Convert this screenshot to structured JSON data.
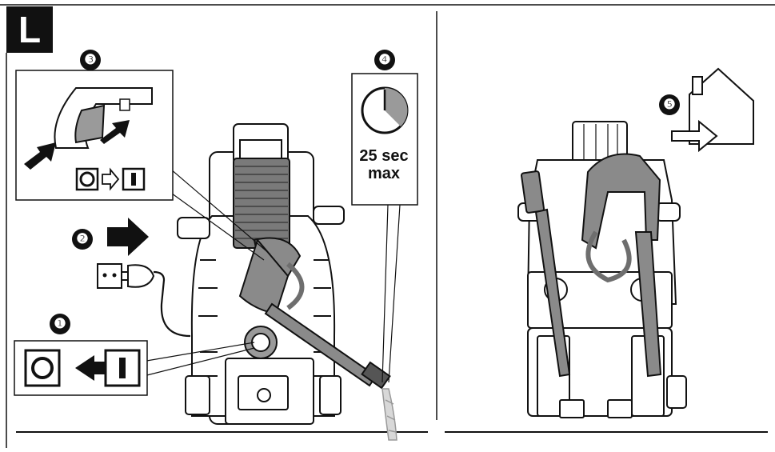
{
  "section_letter": "L",
  "steps": [
    {
      "number": "❶",
      "label": "1"
    },
    {
      "number": "❷",
      "label": "2"
    },
    {
      "number": "❸",
      "label": "3"
    },
    {
      "number": "❹",
      "label": "4"
    },
    {
      "number": "❺",
      "label": "5"
    }
  ],
  "timer": {
    "line1": "25 sec",
    "line2": "max"
  },
  "colors": {
    "ink": "#111111",
    "device_gray": "#9a9a9a",
    "hose_gray": "#6e6e6e",
    "water": "#b8b8b8"
  }
}
